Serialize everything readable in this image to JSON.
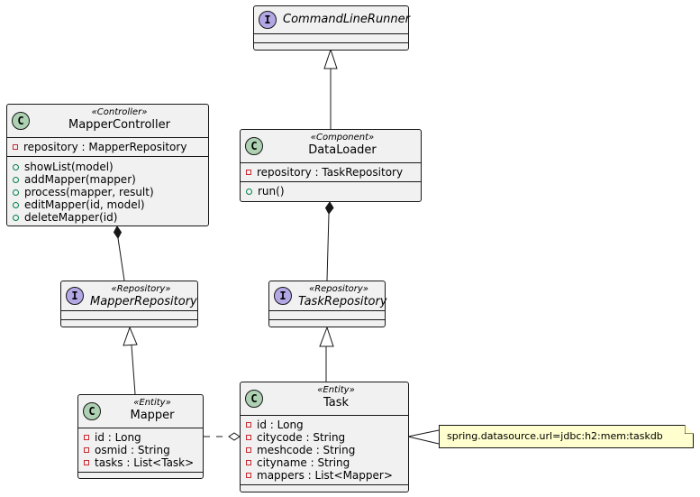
{
  "classes": {
    "commandlinerunner": {
      "kind": "I",
      "stereotype": "",
      "name": "CommandLineRunner"
    },
    "mappercontroller": {
      "kind": "C",
      "stereotype": "«Controller»",
      "name": "MapperController",
      "fields": [
        {
          "name": "repository",
          "type": "MapperRepository"
        }
      ],
      "methods": [
        "showList(model)",
        "addMapper(mapper)",
        "process(mapper, result)",
        "editMapper(id, model)",
        "deleteMapper(id)"
      ]
    },
    "dataloader": {
      "kind": "C",
      "stereotype": "«Component»",
      "name": "DataLoader",
      "fields": [
        {
          "name": "repository",
          "type": "TaskRepository"
        }
      ],
      "methods": [
        "run()"
      ]
    },
    "mapperrepository": {
      "kind": "I",
      "stereotype": "«Repository»",
      "name": "MapperRepository"
    },
    "taskrepository": {
      "kind": "I",
      "stereotype": "«Repository»",
      "name": "TaskRepository"
    },
    "mapper": {
      "kind": "C",
      "stereotype": "«Entity»",
      "name": "Mapper",
      "fields": [
        {
          "name": "id",
          "type": "Long"
        },
        {
          "name": "osmid",
          "type": "String"
        },
        {
          "name": "tasks",
          "type": "List<Task>"
        }
      ]
    },
    "task": {
      "kind": "C",
      "stereotype": "«Entity»",
      "name": "Task",
      "fields": [
        {
          "name": "id",
          "type": "Long"
        },
        {
          "name": "citycode",
          "type": "String"
        },
        {
          "name": "meshcode",
          "type": "String"
        },
        {
          "name": "cityname",
          "type": "String"
        },
        {
          "name": "mappers",
          "type": "List<Mapper>"
        }
      ]
    }
  },
  "note": {
    "text": "spring.datasource.url=jdbc:h2:mem:taskdb"
  },
  "colors": {
    "class_bg": "#f1f1f1",
    "border": "#181818",
    "class_badge": "#add1b2",
    "interface_badge": "#b4a7e5",
    "note_bg": "#fefece",
    "private": "#c82930",
    "public": "#038048"
  }
}
